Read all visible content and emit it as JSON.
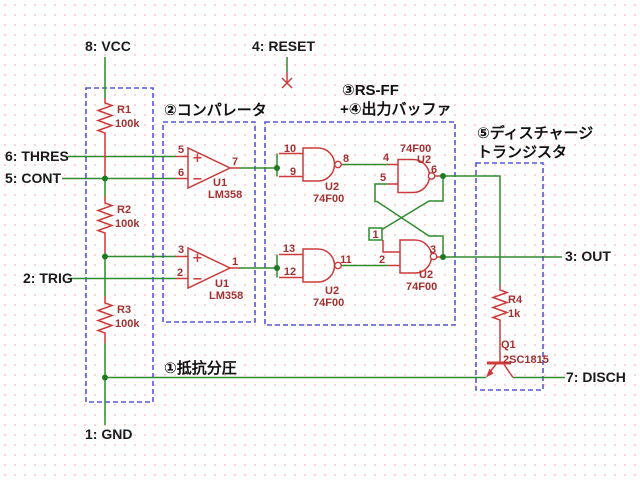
{
  "net_labels": {
    "vcc": "8: VCC",
    "reset": "4: RESET",
    "thres": "6: THRES",
    "cont": "5: CONT",
    "trig": "2: TRIG",
    "gnd": "1: GND",
    "out": "3: OUT",
    "disch": "7: DISCH"
  },
  "section_labels": {
    "divider": "①抵抗分圧",
    "comparator": "②コンパレータ",
    "rsff_line1": "③RS-FF",
    "rsff_line2": "+④出力バッファ",
    "discharge_line1": "⑤ディスチャージ",
    "discharge_line2": "トランジスタ"
  },
  "components": {
    "r1": {
      "ref": "R1",
      "value": "100k"
    },
    "r2": {
      "ref": "R2",
      "value": "100k"
    },
    "r3": {
      "ref": "R3",
      "value": "100k"
    },
    "r4": {
      "ref": "R4",
      "value": "1k"
    },
    "u1a": {
      "ref": "U1",
      "part": "LM358",
      "pin_plus": "5",
      "pin_minus": "6",
      "pin_out": "7"
    },
    "u1b": {
      "ref": "U1",
      "part": "LM358",
      "pin_plus": "3",
      "pin_minus": "2",
      "pin_out": "1"
    },
    "u2a": {
      "ref": "U2",
      "part": "74F00",
      "pin_in1": "10",
      "pin_in2": "9",
      "pin_out": "8"
    },
    "u2b": {
      "ref": "U2",
      "part": "74F00",
      "pin_in1": "4",
      "pin_in2": "5",
      "pin_out": "6"
    },
    "u2c": {
      "ref": "U2",
      "part": "74F00",
      "pin_in1": "13",
      "pin_in2": "12",
      "pin_out": "11"
    },
    "u2d": {
      "ref": "U2",
      "part": "74F00",
      "pin_in1": "1",
      "pin_in2": "2",
      "pin_out": "3"
    },
    "q1": {
      "ref": "Q1",
      "part": "2SC1815"
    }
  },
  "symbols": {
    "plus": "+",
    "minus": "−"
  },
  "colors": {
    "wire": "#2e8b2e",
    "junction": "#1f7a1f",
    "component": "#cc3a3a",
    "component_text": "#a33030",
    "group_box": "#5656d8",
    "net_label": "#1a1a1a",
    "grid_dot": "#f2b4b4",
    "background": "#ffffff"
  }
}
